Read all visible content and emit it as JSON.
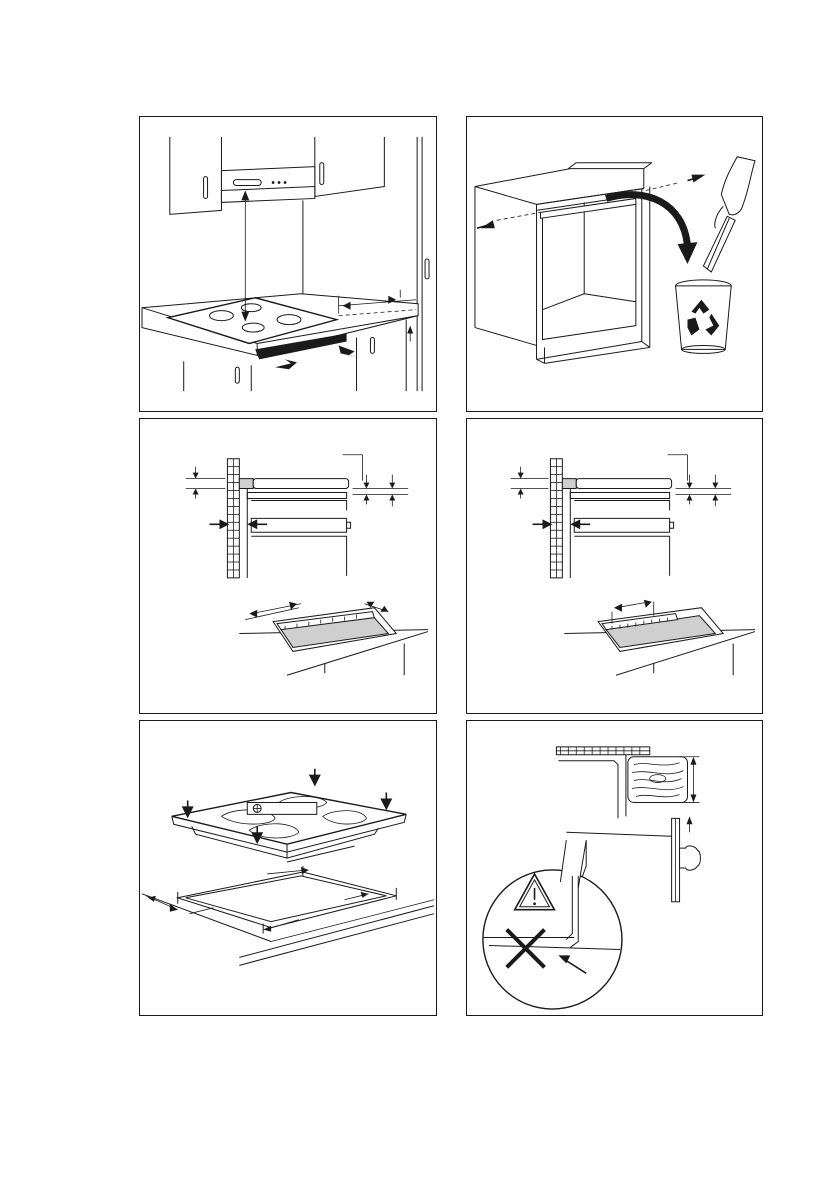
{
  "page": {
    "panels": [
      {
        "id": "p1",
        "icons": [
          "hood-icon",
          "hob-icon",
          "dimension-arrow-icon"
        ]
      },
      {
        "id": "p2",
        "icons": [
          "cabinet-icon",
          "recycle-bin-icon",
          "hand-icon"
        ]
      },
      {
        "id": "p3",
        "icons": [
          "wall-section-icon",
          "countertop-section-icon"
        ]
      },
      {
        "id": "p4",
        "icons": [
          "wall-section-icon",
          "countertop-section-icon"
        ]
      },
      {
        "id": "p5",
        "icons": [
          "hob-icon",
          "press-arrow-icon",
          "seal-frame-icon"
        ]
      },
      {
        "id": "p6",
        "icons": [
          "wood-edge-icon",
          "warning-triangle-icon",
          "cross-mark-icon"
        ]
      }
    ]
  }
}
